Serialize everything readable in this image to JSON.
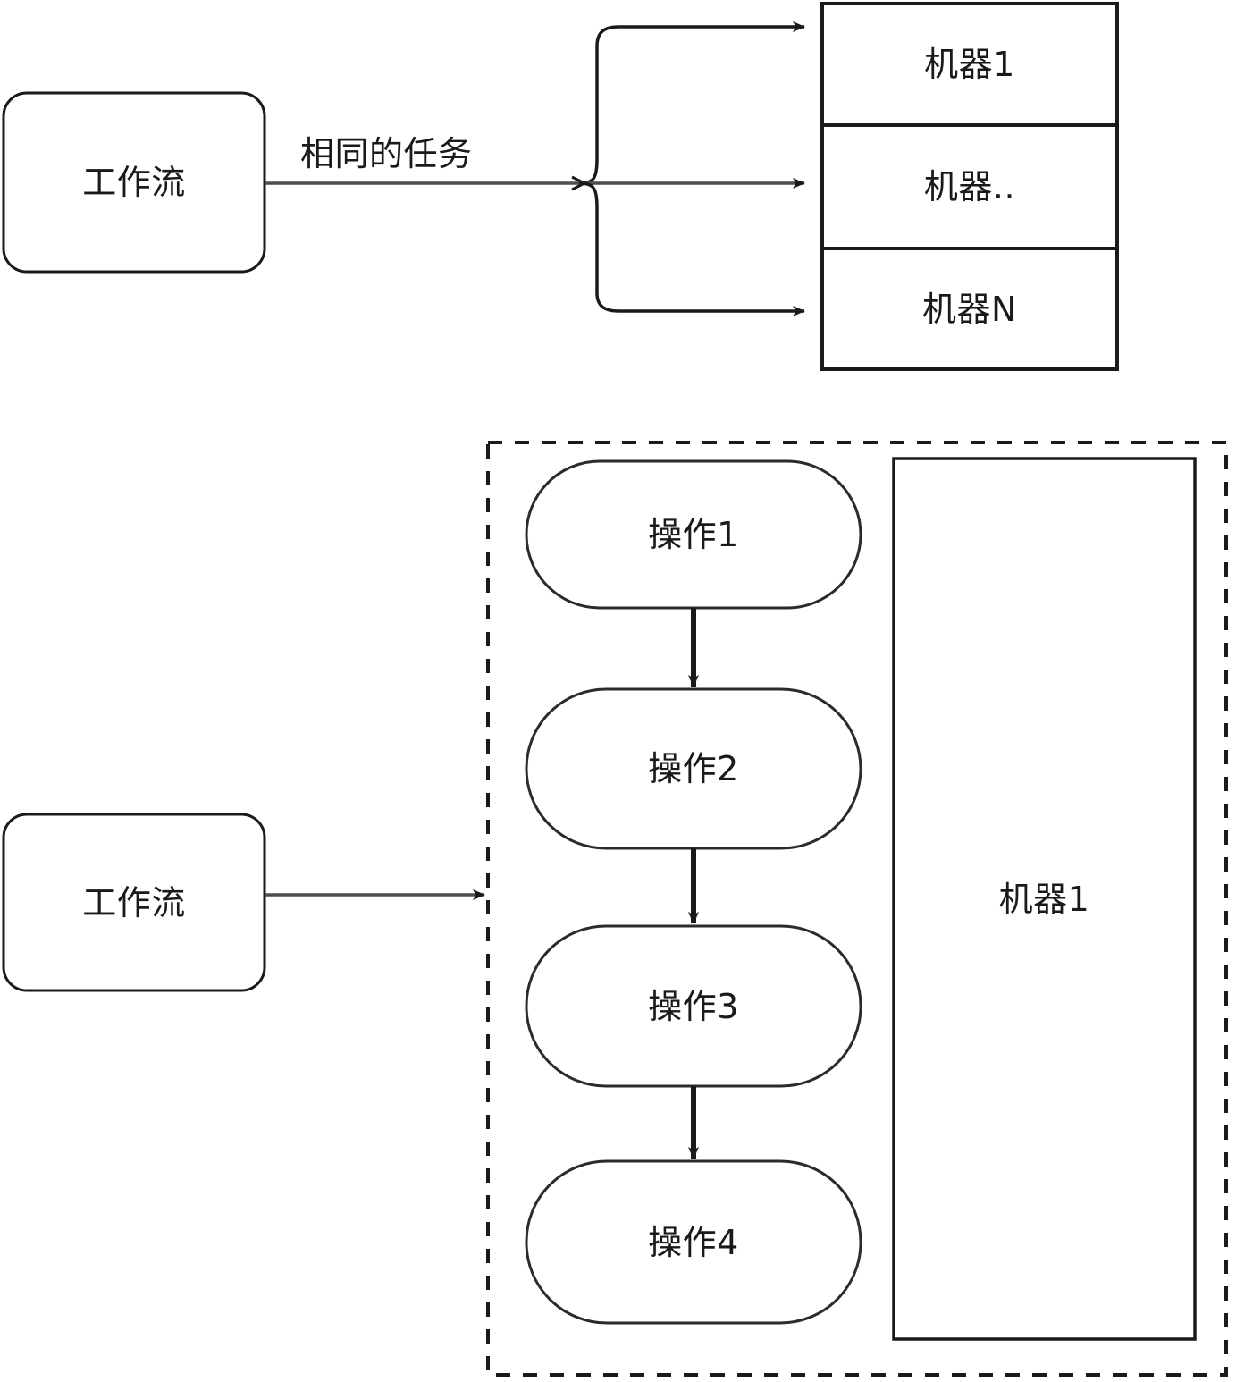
{
  "diagram": {
    "title": "workflow-distribution-diagram",
    "colors": {
      "stroke": "#1a1a1a",
      "edge": "#4d4d4d",
      "fill": "#ffffff",
      "background": "#ffffff"
    },
    "top_section": {
      "source_node": {
        "label": "工作流"
      },
      "edge_label": "相同的任务",
      "machine_table": {
        "rows": [
          {
            "label": "机器1"
          },
          {
            "label": "机器.."
          },
          {
            "label": "机器N"
          }
        ]
      }
    },
    "bottom_section": {
      "source_node": {
        "label": "工作流"
      },
      "machine_container": {
        "label": "机器1"
      },
      "operations": [
        {
          "label": "操作1"
        },
        {
          "label": "操作2"
        },
        {
          "label": "操作3"
        },
        {
          "label": "操作4"
        }
      ]
    }
  }
}
